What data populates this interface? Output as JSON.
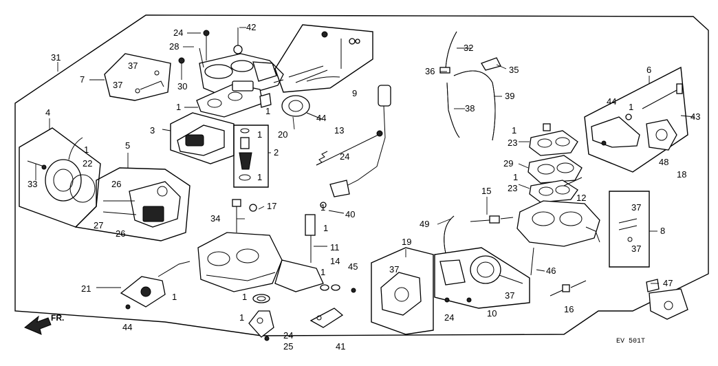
{
  "diagram": {
    "drawing_code": "EV 501T",
    "direction_label": "FR.",
    "callouts": [
      {
        "id": "c1",
        "text": "42"
      },
      {
        "id": "c2",
        "text": "24"
      },
      {
        "id": "c3",
        "text": "28"
      },
      {
        "id": "c4",
        "text": "30"
      },
      {
        "id": "c5",
        "text": "31"
      },
      {
        "id": "c6",
        "text": "7"
      },
      {
        "id": "c7",
        "text": "37"
      },
      {
        "id": "c8",
        "text": "37"
      },
      {
        "id": "c9",
        "text": "1"
      },
      {
        "id": "c10",
        "text": "1"
      },
      {
        "id": "c11",
        "text": "3"
      },
      {
        "id": "c12",
        "text": "1"
      },
      {
        "id": "c13",
        "text": "2"
      },
      {
        "id": "c14",
        "text": "1"
      },
      {
        "id": "c15",
        "text": "20"
      },
      {
        "id": "c16",
        "text": "44"
      },
      {
        "id": "c17",
        "text": "9"
      },
      {
        "id": "c18",
        "text": "4"
      },
      {
        "id": "c19",
        "text": "5"
      },
      {
        "id": "c20",
        "text": "1"
      },
      {
        "id": "c21",
        "text": "22"
      },
      {
        "id": "c22",
        "text": "33"
      },
      {
        "id": "c23",
        "text": "26"
      },
      {
        "id": "c24",
        "text": "27"
      },
      {
        "id": "c25",
        "text": "26"
      },
      {
        "id": "c26",
        "text": "13"
      },
      {
        "id": "c27",
        "text": "24"
      },
      {
        "id": "c28",
        "text": "34"
      },
      {
        "id": "c29",
        "text": "17"
      },
      {
        "id": "c30",
        "text": "1"
      },
      {
        "id": "c31",
        "text": "40"
      },
      {
        "id": "c32",
        "text": "1"
      },
      {
        "id": "c33",
        "text": "11"
      },
      {
        "id": "c34",
        "text": "14"
      },
      {
        "id": "c35",
        "text": "45"
      },
      {
        "id": "c36",
        "text": "1"
      },
      {
        "id": "c37",
        "text": "21"
      },
      {
        "id": "c38",
        "text": "1"
      },
      {
        "id": "c39",
        "text": "44"
      },
      {
        "id": "c40",
        "text": "1"
      },
      {
        "id": "c41",
        "text": "1"
      },
      {
        "id": "c42",
        "text": "24"
      },
      {
        "id": "c43",
        "text": "25"
      },
      {
        "id": "c44",
        "text": "41"
      },
      {
        "id": "c45",
        "text": "32"
      },
      {
        "id": "c46",
        "text": "36"
      },
      {
        "id": "c47",
        "text": "35"
      },
      {
        "id": "c48",
        "text": "39"
      },
      {
        "id": "c49",
        "text": "38"
      },
      {
        "id": "c50",
        "text": "6"
      },
      {
        "id": "c51",
        "text": "44"
      },
      {
        "id": "c52",
        "text": "1"
      },
      {
        "id": "c53",
        "text": "43"
      },
      {
        "id": "c54",
        "text": "48"
      },
      {
        "id": "c55",
        "text": "18"
      },
      {
        "id": "c56",
        "text": "1"
      },
      {
        "id": "c57",
        "text": "23"
      },
      {
        "id": "c58",
        "text": "29"
      },
      {
        "id": "c59",
        "text": "1"
      },
      {
        "id": "c60",
        "text": "23"
      },
      {
        "id": "c61",
        "text": "15"
      },
      {
        "id": "c62",
        "text": "12"
      },
      {
        "id": "c63",
        "text": "37"
      },
      {
        "id": "c64",
        "text": "8"
      },
      {
        "id": "c65",
        "text": "37"
      },
      {
        "id": "c66",
        "text": "49"
      },
      {
        "id": "c67",
        "text": "19"
      },
      {
        "id": "c68",
        "text": "37"
      },
      {
        "id": "c69",
        "text": "46"
      },
      {
        "id": "c70",
        "text": "37"
      },
      {
        "id": "c71",
        "text": "10"
      },
      {
        "id": "c72",
        "text": "24"
      },
      {
        "id": "c73",
        "text": "16"
      },
      {
        "id": "c74",
        "text": "47"
      }
    ]
  }
}
